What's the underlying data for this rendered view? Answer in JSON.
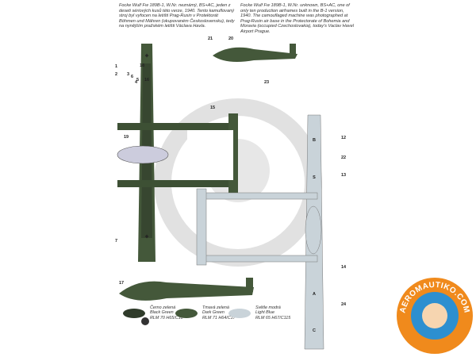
{
  "description_cz": "Focke Wulf Fw 189B-1, W.Nr. neznámý, BS+AC, jeden z deseti sériových kusů této verze, 1940. Tento kamuflovaný stroj byl vyfocen na letišti Prag-Rusin v Protektorát Böhmen und Mähren (okupovaném Československu), tedy na nynějším pražském letišti Václava Havla.",
  "description_en": "Focke Wulf Fw 189B-1, W.Nr. unknown, BS+AC, one of only ten production airframes built in the B-1 version, 1940. The camouflaged machine was photographed at Prag-Rusin air base in the Protectorate of Bohemia and Moravia (occupied Czechoslovakia), today's Vaclav Havel Airport Prague.",
  "callouts": [
    "1",
    "2",
    "3",
    "4",
    "5",
    "6",
    "7",
    "12",
    "13",
    "14",
    "15",
    "16",
    "17",
    "18",
    "19",
    "20",
    "21",
    "22",
    "23",
    "24"
  ],
  "codes": [
    "B",
    "S",
    "A",
    "C"
  ],
  "colors": [
    {
      "cz": "Černo zelená",
      "en": "Black Green",
      "code": "RLM 70  H65/C18",
      "hex": "#2f3b2a"
    },
    {
      "cz": "Tmavá zelená",
      "en": "Dark Green",
      "code": "RLM 71  H64/C17",
      "hex": "#44583a"
    },
    {
      "cz": "Světle modrá",
      "en": "Light Blue",
      "code": "RLM 65  H67/C115",
      "hex": "#c9d3d9"
    }
  ],
  "watermark": "AEROMAUTIKO.COM",
  "badge": "AEROMAUTIKO.COM"
}
